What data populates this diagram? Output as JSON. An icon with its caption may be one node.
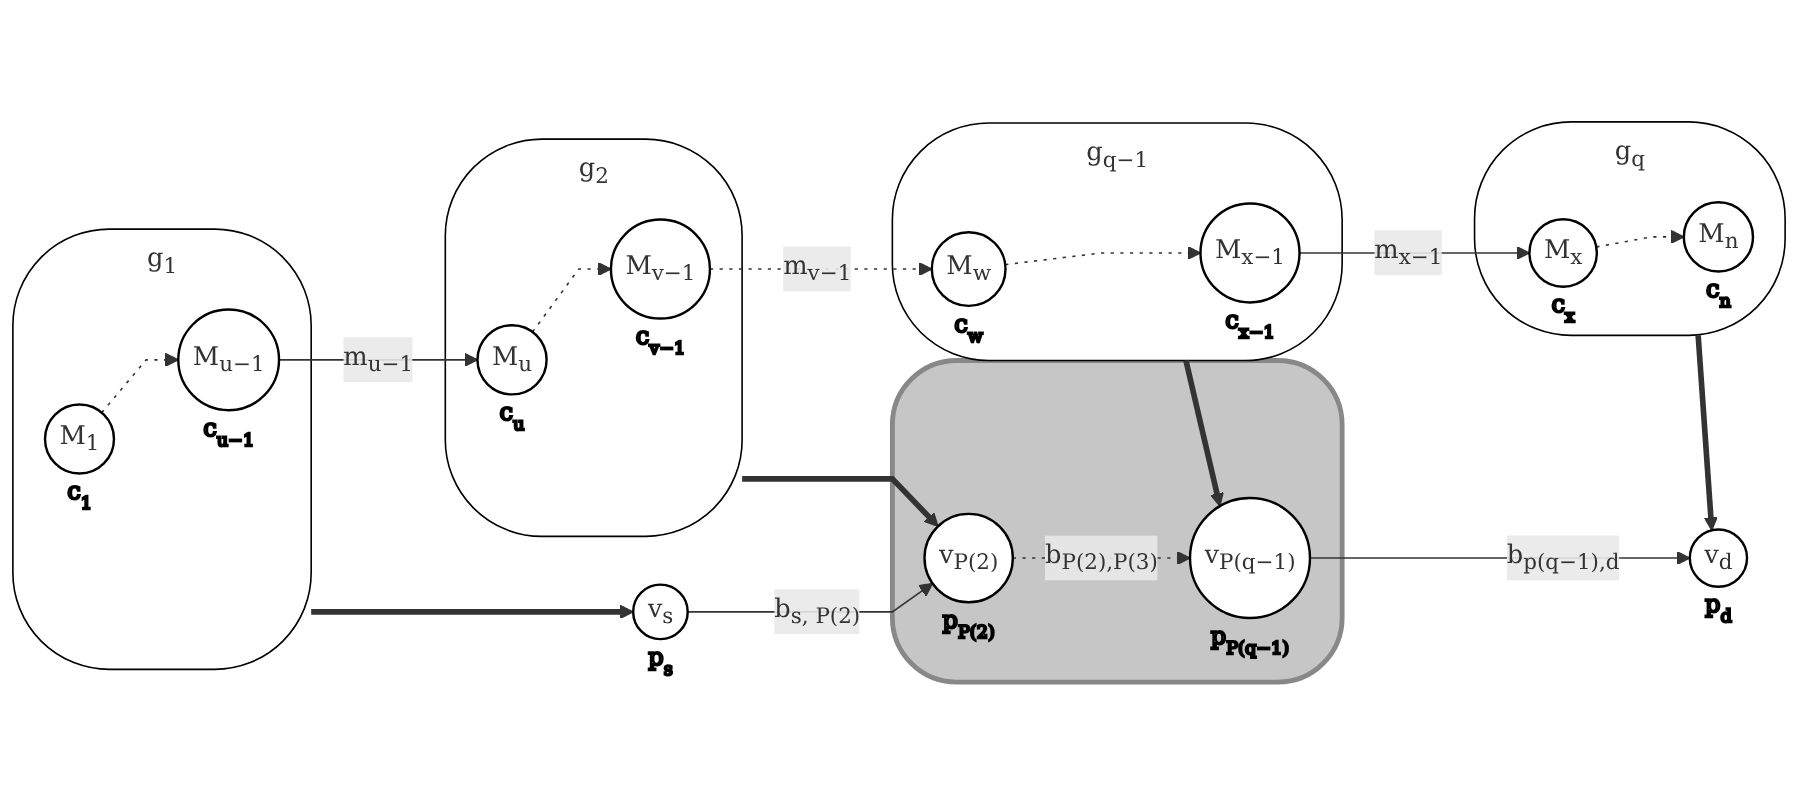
{
  "diagram": {
    "nodes": [
      {
        "text": [
          "g$_{1}$"
        ]
      },
      {
        "text": [
          "M$_{1}$"
        ],
        "in": 0,
        "beside": [
          "c$_{1}$"
        ]
      },
      {
        "text": [
          "M$_{u−1}$"
        ],
        "in": 0,
        "beside": [
          "c$_{u−1}$"
        ]
      },
      {
        "text": [
          "g$_{2}$"
        ]
      },
      {
        "text": [
          "M$_{u}$"
        ],
        "in": 3,
        "beside": [
          "c$_{u}$"
        ]
      },
      {
        "text": [
          "M$_{v−1}$"
        ],
        "in": 3,
        "beside": [
          "c$_{v−1}$"
        ]
      },
      {
        "text": [
          "g$_{q−1}$"
        ]
      },
      {
        "text": [
          "M$_{w}$"
        ],
        "in": 6,
        "beside": [
          "c$_{w}$"
        ]
      },
      {
        "text": [
          "M$_{x−1}$"
        ],
        "in": 6,
        "beside": [
          "c$_{x−1}$"
        ]
      },
      {
        "text": [
          "g$_{q}$"
        ]
      },
      {
        "text": [
          "M$_{x}$"
        ],
        "in": 9,
        "beside": [
          "c$_{x}$"
        ]
      },
      {
        "text": [
          "M$_{n}$"
        ],
        "in": 9,
        "beside": [
          "c$_{n}$"
        ]
      },
      {
        "text": [
          "v$_{s}$"
        ],
        "beside": [
          "p$_{s}$"
        ]
      },
      {
        "text": [],
        "shape": "cloud"
      },
      {
        "text": [
          "v$_{P(2)}$"
        ],
        "in": 13,
        "beside": [
          "p$_{P(2)}$"
        ]
      },
      {
        "text": [
          "v$_{P(q−1)}$"
        ],
        "in": 13,
        "beside": [
          "p$_{P(q−1)}$"
        ]
      },
      {
        "text": [
          "v$_{d}$"
        ],
        "beside": [
          "p$_{d}$"
        ]
      }
    ],
    "edges": [
      {
        "from": 1,
        "to": 2,
        "arrow": "to",
        "style": "dashed"
      },
      {
        "from": 2,
        "to": 4,
        "arrow": "to",
        "label": "m$_{u−1}$"
      },
      {
        "from": 4,
        "to": 5,
        "arrow": "to",
        "style": "dashed"
      },
      {
        "from": 5,
        "to": 7,
        "arrow": "to",
        "style": "dashed",
        "label": "m$_{v−1}$"
      },
      {
        "from": 7,
        "to": 8,
        "arrow": "to",
        "style": "dashed"
      },
      {
        "from": 8,
        "to": 10,
        "arrow": "to",
        "label": "m$_{x−1}$"
      },
      {
        "from": 10,
        "to": 11,
        "arrow": "to",
        "style": "dashed"
      },
      {
        "from": 0,
        "to": 12,
        "arrow": "to",
        "style": "thick"
      },
      {
        "from": 3,
        "to": 14,
        "arrow": "to",
        "style": "thick"
      },
      {
        "from": 6,
        "to": 15,
        "arrow": "to",
        "style": "thick"
      },
      {
        "from": 9,
        "to": 16,
        "arrow": "to",
        "style": "thick"
      },
      {
        "from": 12,
        "to": 14,
        "arrow": "to",
        "label": "b$_{s, P(2)}$"
      },
      {
        "from": 14,
        "to": 15,
        "arrow": "to",
        "style": "dashed",
        "label": "b$_{P(2),P(3)}$"
      },
      {
        "from": 15,
        "to": 16,
        "arrow": "to",
        "label": "b$_{p(q−1),d}$"
      }
    ]
  }
}
